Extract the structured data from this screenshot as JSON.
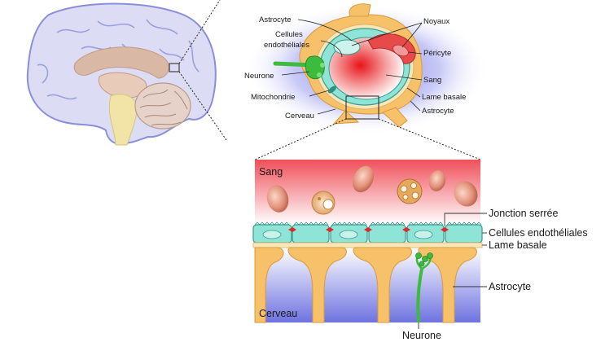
{
  "top_labels": {
    "astrocyte_top": "Astrocyte",
    "cellules_endotheliales_l1": "Cellules",
    "cellules_endotheliales_l2": "endothéliales",
    "neurone": "Neurone",
    "mitochondrie": "Mitochondrie",
    "cerveau": "Cerveau",
    "noyaux": "Noyaux",
    "pericyte": "Péricyte",
    "sang": "Sang",
    "lame_basale": "Lame basale",
    "astrocyte_right": "Astrocyte"
  },
  "bottom_labels": {
    "sang_zone": "Sang",
    "cerveau_zone": "Cerveau",
    "jonction_serree": "Jonction serrée",
    "cellules_endotheliales": "Cellules endothéliales",
    "lame_basale": "Lame basale",
    "astrocyte": "Astrocyte",
    "neurone": "Neurone"
  },
  "colors": {
    "blood": "#f26d6d",
    "brain": "#7b7fe0",
    "endothelium": "#7fe0d0",
    "astrocyte": "#f7c16a",
    "neuron": "#3dbb3d",
    "tight_junction": "#e0262b",
    "brain_outline": "#8a8fd8",
    "brain_fill": "#dcdcf4"
  }
}
